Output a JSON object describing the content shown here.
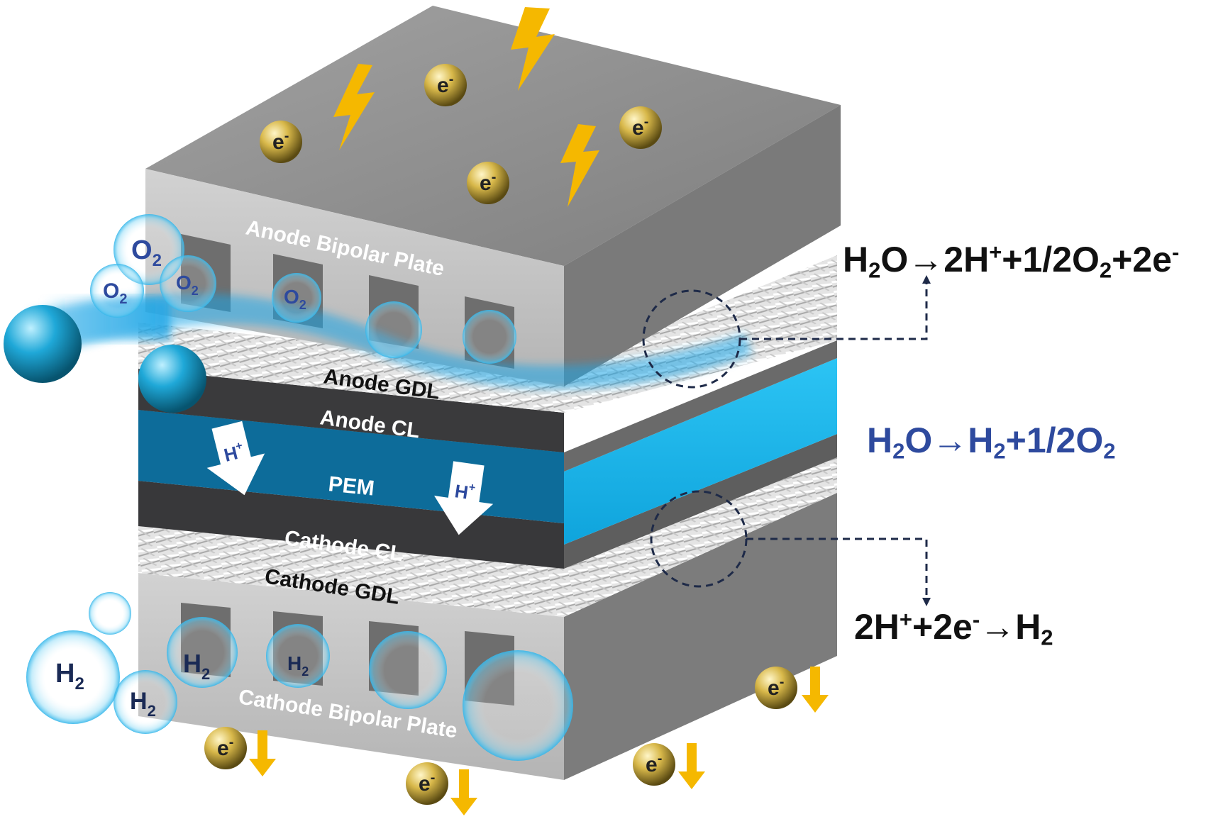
{
  "layers": {
    "anode_bipolar_plate": "Anode Bipolar Plate",
    "anode_gdl": "Anode GDL",
    "anode_cl": "Anode CL",
    "pem": "PEM",
    "cathode_cl": "Cathode CL",
    "cathode_gdl": "Cathode GDL",
    "cathode_bipolar_plate": "Cathode Bipolar Plate"
  },
  "species": {
    "electron": "e",
    "electron_charge": "-",
    "proton": "H",
    "proton_charge": "+",
    "oxygen": "O",
    "oxygen_sub": "2",
    "hydrogen": "H",
    "hydrogen_sub": "2"
  },
  "equations": {
    "anode": {
      "p1": "H",
      "p1_sub": "2",
      "p2": "O",
      "arrow": "→",
      "p3": "2H",
      "p3_sup": "+",
      "p4": "+1/2O",
      "p4_sub": "2",
      "p5": "+2e",
      "p5_sup": "-"
    },
    "overall": {
      "p1": "H",
      "p1_sub": "2",
      "p2": "O",
      "arrow": "→",
      "p3": "H",
      "p3_sub": "2",
      "p4": "+1/2O",
      "p4_sub": "2"
    },
    "cathode": {
      "p1": "2H",
      "p1_sup": "+",
      "p2": "+2e",
      "p2_sup": "-",
      "arrow": "→",
      "p3": "H",
      "p3_sub": "2"
    }
  },
  "colors": {
    "plate_front": "#c4c4c4",
    "plate_top": "#8e8e8e",
    "plate_side": "#7a7a7a",
    "cl": "#3a3a3c",
    "pem_front": "#0e6e9c",
    "pem_side": "#16b6ea",
    "water": "#2ab0e8",
    "electron": "#c9a93a",
    "bolt": "#f5b800",
    "overall_eq": "#2e4a9e"
  }
}
